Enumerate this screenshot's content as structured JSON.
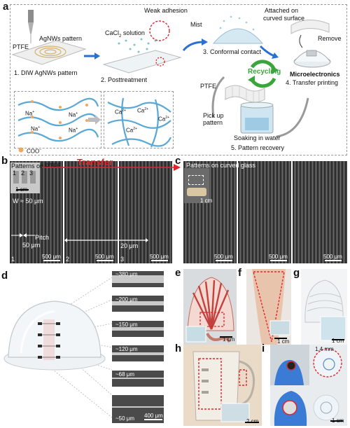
{
  "panels": {
    "a": "a",
    "b": "b",
    "c": "c",
    "d": "d",
    "e": "e",
    "f": "f",
    "g": "g",
    "h": "h",
    "i": "i"
  },
  "a": {
    "weak_adhesion": "Weak adhesion",
    "agnws_pattern": "AgNWs pattern",
    "ptfe": "PTFE",
    "cacl2": "CaCl",
    "cacl2_sub": "2",
    "cacl2_rest": " solution",
    "mist": "Mist",
    "attached": "Attached on",
    "curved_surface": "curved surface",
    "remove": "Remove",
    "step1": "1. DIW AgNWs pattern",
    "step2": "2. Posttreatment",
    "step3": "3. Conformal contact",
    "recycling": "Recycling",
    "microelectronics": "Microelectronics",
    "step4": "4. Transfer printing",
    "ptfe2": "PTFE",
    "pickup1": "Pick up",
    "pickup2": "pattern",
    "soaking": "Soaking in water",
    "step5": "5. Pattern recovery",
    "na_labels": [
      "Na",
      "Na",
      "Na",
      "Na"
    ],
    "na_sup": "+",
    "ca_labels": [
      "Ca",
      "Ca",
      "Ca",
      "Ca"
    ],
    "ca_sup": "2+",
    "coo": "COO",
    "coo_sup": "−"
  },
  "b": {
    "patterns_on_ptfe": "Patterns on PTFE",
    "transfer": "Transfer",
    "nums": [
      "1",
      "2",
      "3"
    ],
    "inset_scale": "1 cm",
    "width": "W ≈ 50 μm",
    "pitch": "Pitch",
    "pitch_val": "50 μm",
    "pitch_arrow": "20 μm",
    "panel_nums": [
      "1",
      "2",
      "3"
    ],
    "scales": [
      "500 μm",
      "500 μm",
      "500 μm"
    ]
  },
  "c": {
    "patterns_on_glass": "Patterns on curved glass",
    "inset_scale": "1 cm",
    "scales": [
      "500 μm",
      "500 μm",
      "500 μm"
    ]
  },
  "d": {
    "widths": [
      "~380 μm",
      "~200 μm",
      "~150 μm",
      "~120 μm",
      "~68 μm",
      "~50 μm"
    ],
    "scale": "400 μm"
  },
  "e": {
    "scale": "1 cm"
  },
  "f": {
    "scale": "1 cm"
  },
  "g": {
    "scale": "1 cm"
  },
  "h": {
    "scale": "2 cm"
  },
  "i": {
    "size": "1.4 mm",
    "scale": "1 cm"
  },
  "colors": {
    "transfer_red": "#e0262c",
    "recycling_green": "#3aa53a",
    "arrow_blue": "#2a6fd6",
    "dashed_gray": "#9a9a9a"
  }
}
